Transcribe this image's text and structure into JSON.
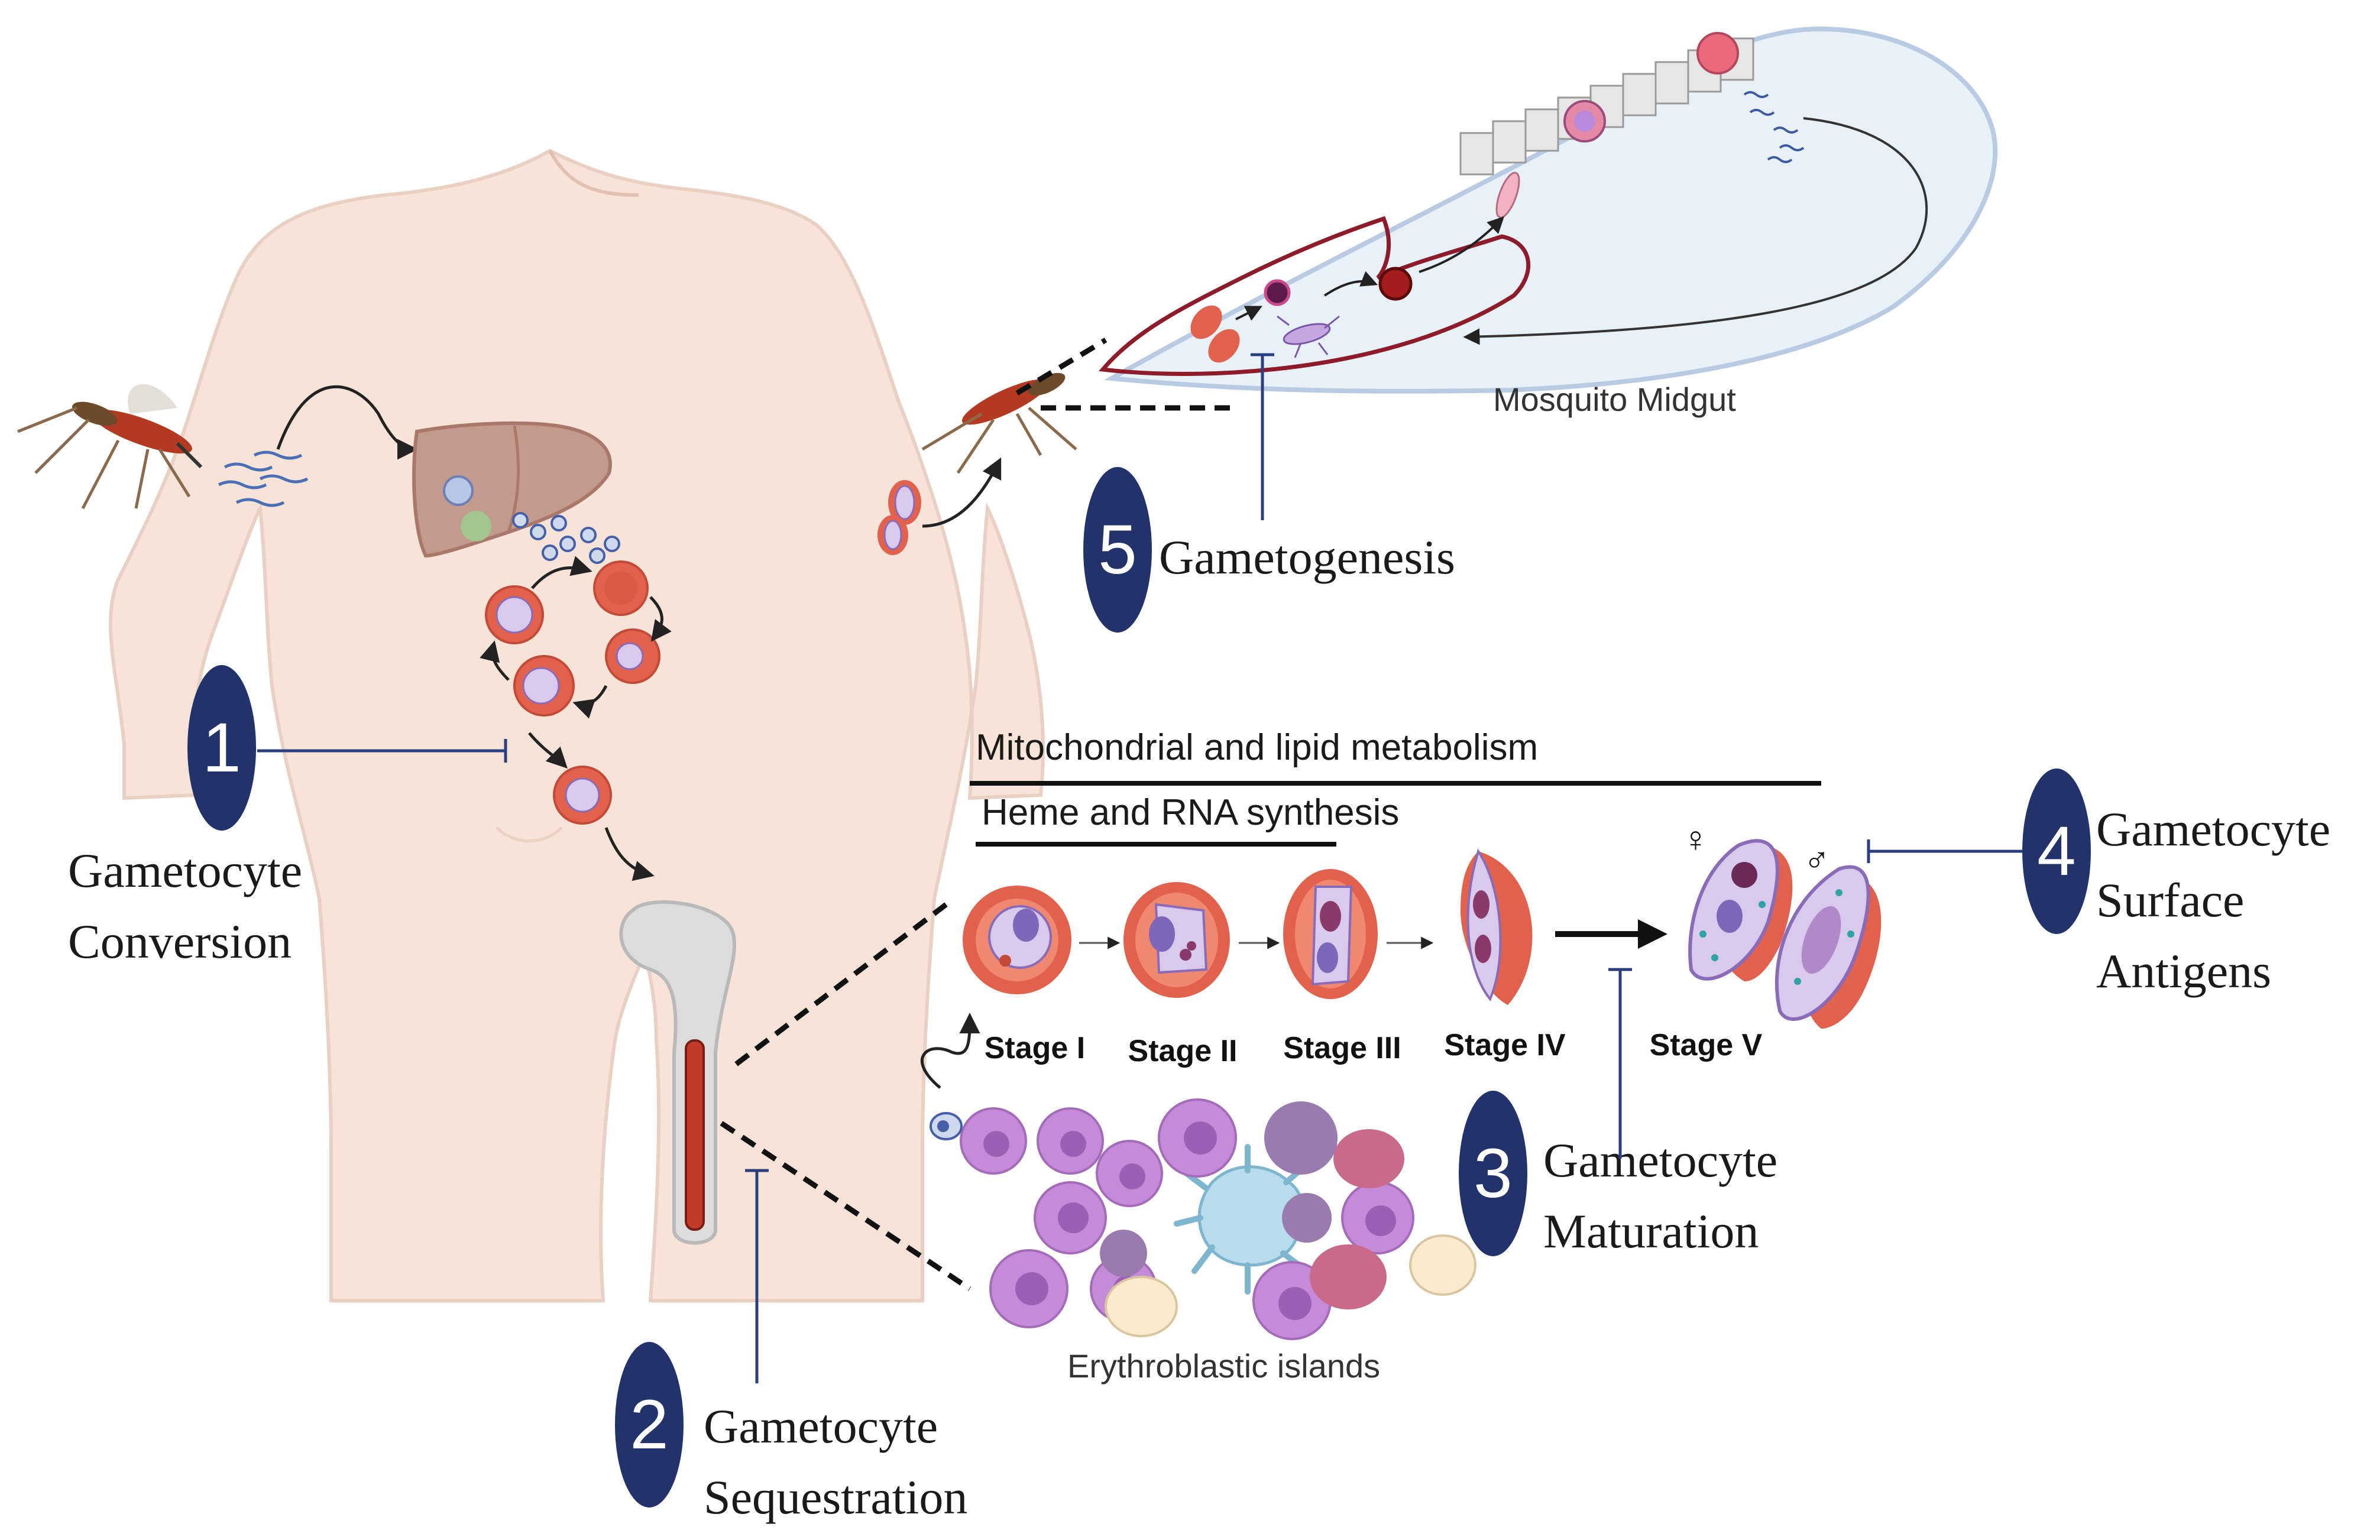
{
  "colors": {
    "skin": "#f7e3d8",
    "skin_outline": "#e9cbbb",
    "badge": "#22326b",
    "inhibit_line": "#2b3f80",
    "rbc": "#e2614c",
    "rbc_light": "#f08770",
    "parasite": "#d9c9ec",
    "parasite_outline": "#8a6bb8",
    "midgut": "#e8f1f8",
    "midgut_outline": "#b8cbe2",
    "inner_outline": "#8d1b2a",
    "erythroblast": "#c58ad8",
    "macrophage": "#b8dcec",
    "liver": "#c39a8e"
  },
  "labels": {
    "midgut": "Mosquito Midgut",
    "erythroblastic_islands": "Erythroblastic islands"
  },
  "pathways": {
    "mito": "Mitochondrial and lipid metabolism",
    "heme": "Heme and RNA synthesis"
  },
  "stages": [
    "Stage I",
    "Stage II",
    "Stage III",
    "Stage IV",
    "Stage V"
  ],
  "sex_symbols": {
    "female": "♀",
    "male": "♂"
  },
  "steps": [
    {
      "num": "1",
      "line1": "Gametocyte",
      "line2": "Conversion"
    },
    {
      "num": "2",
      "line1": "Gametocyte",
      "line2": "Sequestration"
    },
    {
      "num": "3",
      "line1": "Gametocyte",
      "line2": "Maturation"
    },
    {
      "num": "4",
      "line1": "Gametocyte",
      "line2": "Surface",
      "line3": "Antigens"
    },
    {
      "num": "5",
      "line1": "Gametogenesis"
    }
  ]
}
